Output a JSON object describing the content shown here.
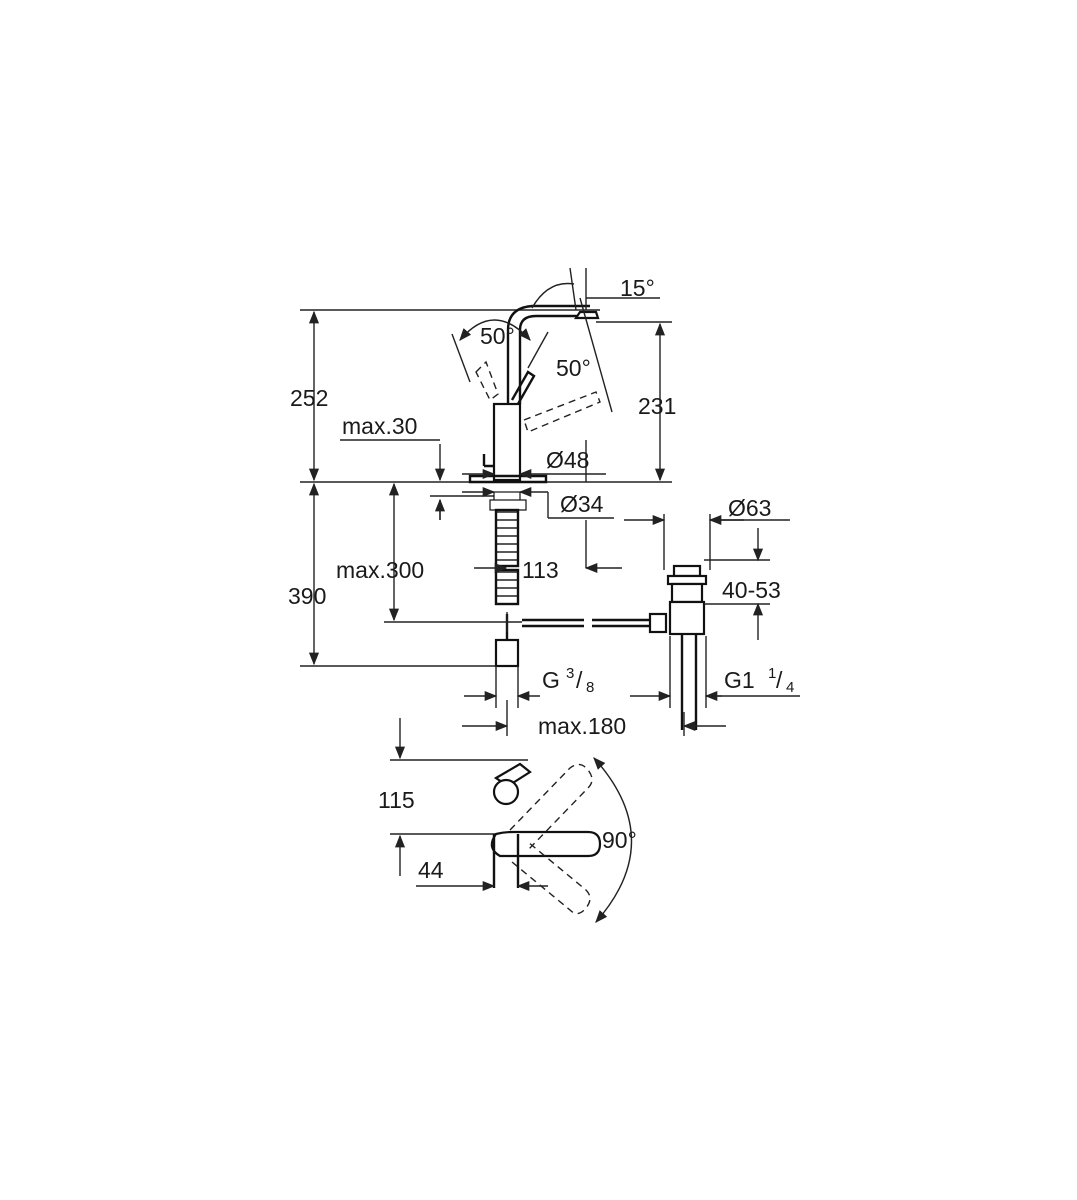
{
  "drawing": {
    "dimensions": {
      "angle_spout": "15°",
      "angle_handle_left": "50°",
      "angle_handle_right": "50°",
      "height_total": "252",
      "height_spout": "231",
      "max_thickness": "max.30",
      "diameter_body": "Ø48",
      "diameter_hole": "Ø34",
      "diameter_waste": "Ø63",
      "depth_under": "390",
      "max_depth": "max.300",
      "distance_waste": "113",
      "waste_range": "40-53",
      "connection_supply": "G",
      "connection_supply_frac_num": "3",
      "connection_supply_frac_den": "8",
      "connection_waste": "G1",
      "connection_waste_frac_num": "1",
      "connection_waste_frac_den": "4",
      "max_reach": "max.180",
      "plan_depth": "115",
      "plan_offset": "44",
      "rotation": "90°"
    }
  }
}
